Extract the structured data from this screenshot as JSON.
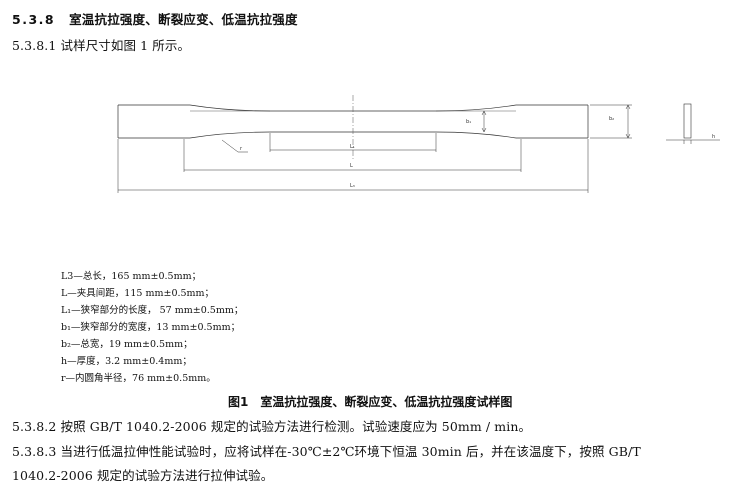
{
  "section": {
    "number": "5.3.8",
    "title": "室温抗拉强度、断裂应变、低温抗拉强度"
  },
  "para_531": "5.3.8.1 试样尺寸如图 1 所示。",
  "drawing": {
    "b2_label": "b₂",
    "b1_label": "b₁",
    "r_label": "r",
    "l1_label": "L₁",
    "l_label": "L",
    "l3_label": "L₃",
    "h_label": "h"
  },
  "legend": [
    "L3—总长，165 mm±0.5mm；",
    "L—夹具间距，115 mm±0.5mm；",
    "L₁—狭窄部分的长度， 57 mm±0.5mm；",
    "b₁—狭窄部分的宽度，13 mm±0.5mm；",
    "b₂—总宽，19 mm±0.5mm；",
    "h—厚度，3.2 mm±0.4mm；",
    "r—内圆角半径，76 mm±0.5mm。"
  ],
  "caption": {
    "figure": "图1",
    "title": "室温抗拉强度、断裂应变、低温抗拉强度试样图"
  },
  "para_532": "5.3.8.2 按照 GB/T 1040.2-2006 规定的试验方法进行检测。试验速度应为 50mm / min。",
  "para_533_line1": "5.3.8.3 当进行低温拉伸性能试验时，应将试样在-30℃±2℃环境下恒温 30min 后，并在该温度下，按照 GB/T",
  "para_533_line2": "1040.2-2006 规定的试验方法进行拉伸试验。"
}
